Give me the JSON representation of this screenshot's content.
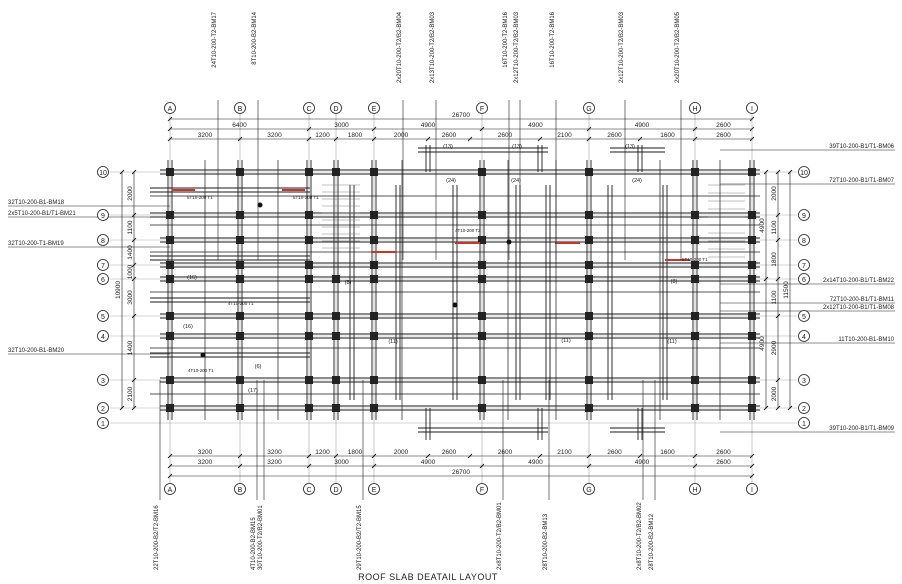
{
  "title": "ROOF SLAB DEATAIL LAYOUT",
  "grid_columns": [
    {
      "id": "A"
    },
    {
      "id": "B"
    },
    {
      "id": "C"
    },
    {
      "id": "D"
    },
    {
      "id": "E"
    },
    {
      "id": "F"
    },
    {
      "id": "G"
    },
    {
      "id": "H"
    },
    {
      "id": "I"
    }
  ],
  "grid_rows": [
    {
      "id": "10"
    },
    {
      "id": "9"
    },
    {
      "id": "8"
    },
    {
      "id": "7"
    },
    {
      "id": "6"
    },
    {
      "id": "5"
    },
    {
      "id": "4"
    },
    {
      "id": "3"
    },
    {
      "id": "2"
    },
    {
      "id": "1"
    }
  ],
  "top_dimensions": {
    "overall": "26700",
    "row_a": [
      "6400",
      "3000",
      "4900",
      "4900",
      "4900",
      "2600"
    ],
    "row_b": [
      "3200",
      "3200",
      "1200",
      "1800",
      "2000",
      "2600",
      "2600",
      "2100",
      "2600",
      "1600",
      "2600"
    ]
  },
  "bottom_dimensions": {
    "overall": "26700",
    "row_a": [
      "3200",
      "3200",
      "1200",
      "1800",
      "2000",
      "2600",
      "2600",
      "2100",
      "2600",
      "1600",
      "2600"
    ],
    "row_b": [
      "3200",
      "3200",
      "3000",
      "4900",
      "4900",
      "4900",
      "2600"
    ]
  },
  "left_dimensions": {
    "overall": "10900",
    "segments": [
      "2000",
      "1100",
      "1400",
      "1000",
      "3000",
      "1400",
      "2100"
    ]
  },
  "right_dimensions": {
    "overall": "11500",
    "segments": [
      "2000",
      "1100",
      "1800",
      "1100",
      "2900",
      "2000"
    ],
    "secondary": [
      "4900",
      "4900"
    ]
  },
  "beam_callouts_top": [
    "24T10-200-T2-BM17",
    "8T10-200-B2-BM14",
    "2x20T10-200-T2/B2-BM04",
    "2x13T10-200-T2/B2-BM03",
    "16T10-200-T2-BM16",
    "2x12T10-200-T2/B2-BM03",
    "16T10-200-T2-BM16",
    "2x12T10-200-T2/B2-BM03",
    "2x20T10-200-T2/B2-BM05"
  ],
  "beam_callouts_bottom": [
    "22T10-200-B2/T2-BM16",
    "4T10-200-B2-BM15",
    "30T10-200-T2/B2-BM01",
    "29T10-200-B2/T2-BM15",
    "2x8T10-200-T2/B2-BM01",
    "28T10-200-B2-BM13",
    "2x8T10-200-T2/B2-BM02",
    "28T10-200-B2-BM12"
  ],
  "beam_callouts_left": [
    "32T10-200-B1-BM18",
    "2x5T10-200-B1/T1-BM21",
    "32T10-200-T1-BM19",
    "32T10-200-B1-BM20"
  ],
  "beam_callouts_right": [
    "39T10-200-B1/T1-BM06",
    "72T10-200-B1/T1-BM07",
    "2x14T10-200-B1/T1-BM22",
    "72T10-200-B1/T1-BM11",
    "2x12T10-200-B1/T1-BM08",
    "11T10-200-B1-BM10",
    "39T10-200-B1/T1-BM09"
  ],
  "bar_tags": [
    "(13)",
    "(13)",
    "(13)",
    "(24)",
    "(24)",
    "(24)",
    "(11)",
    "(11)",
    "(11)",
    "(16)",
    "(16)",
    "(8)",
    "(8)",
    "(6)",
    "(17)"
  ],
  "notes": [
    "5T10-200 T1",
    "4T10-200 T1",
    "4T10-200 T2",
    "5T10-200 T1",
    "4T10-200 T1",
    "5T10-200 T1"
  ]
}
